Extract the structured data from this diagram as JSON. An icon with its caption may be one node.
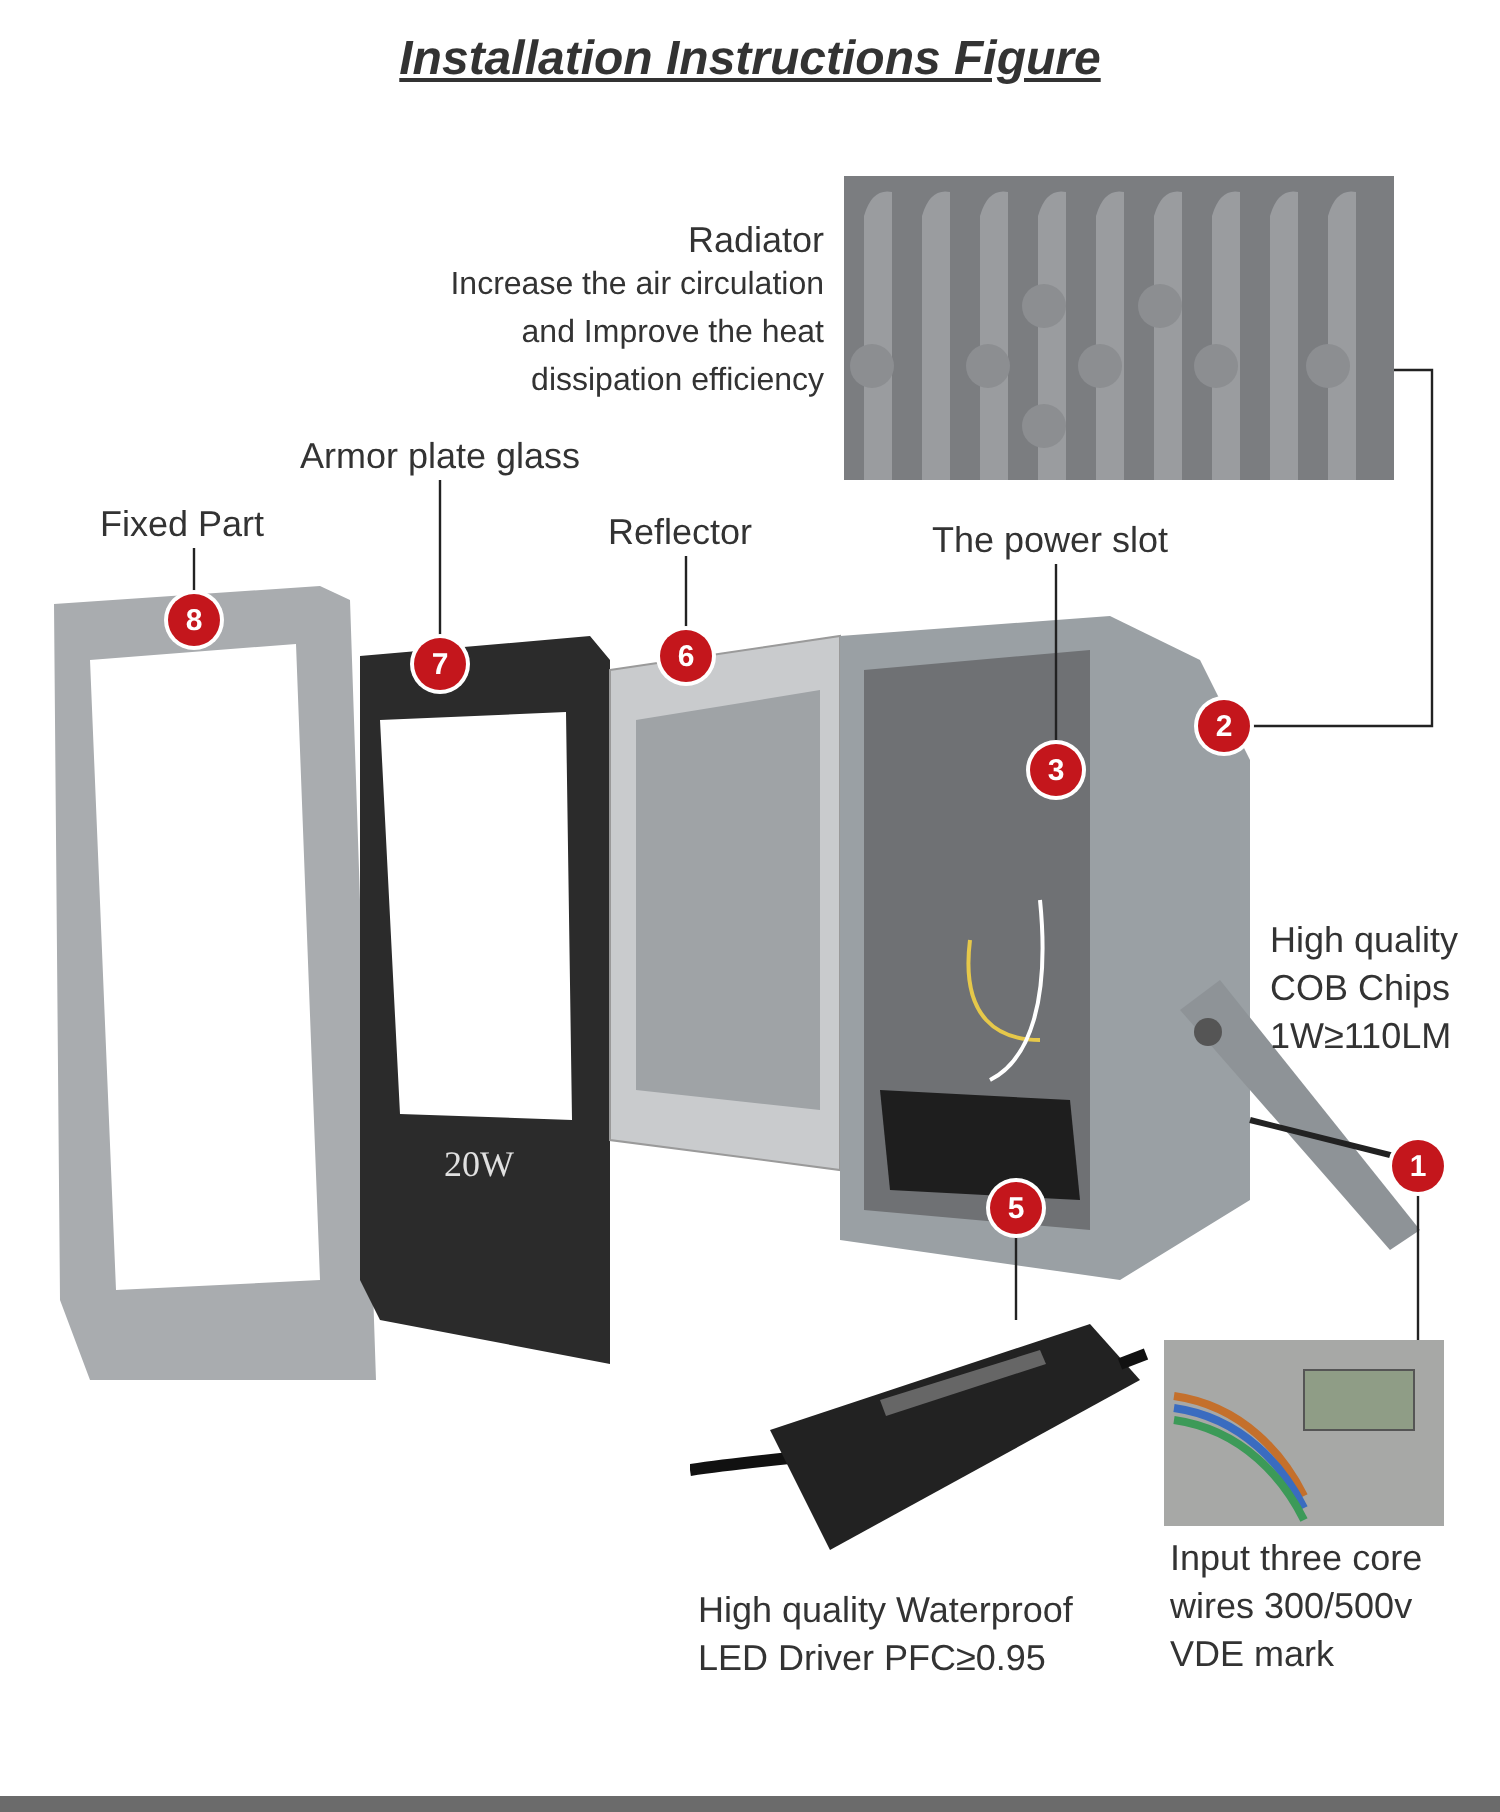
{
  "diagram": {
    "title": "Installation Instructions Figure",
    "nodes": [
      {
        "text": [],
        "shape": "picture",
        "beside": [
          "Radiator",
          "Increase the air circulation and Improve the heat dissipation efficiency"
        ]
      },
      {
        "text": [
          "Armor plate glass"
        ]
      },
      {
        "text": [
          "Fixed Part"
        ]
      },
      {
        "text": [
          "Reflector"
        ]
      },
      {
        "text": [
          "The power slot"
        ]
      },
      {
        "text": [
          "8"
        ]
      },
      {
        "text": [
          "7"
        ]
      },
      {
        "text": [
          "6"
        ]
      },
      {
        "text": [
          "2"
        ]
      },
      {
        "text": [
          "3"
        ]
      },
      {
        "text": [
          "1"
        ]
      },
      {
        "text": [
          "5"
        ]
      },
      {
        "text": [],
        "shape": "picture",
        "beside": [
          "High quality Waterproof LED Driver PFC≥0.95"
        ]
      },
      {
        "text": [],
        "shape": "picture",
        "beside": [
          "Input three core wires 300/500v VDE mark"
        ]
      }
    ],
    "edges": [
      {
        "from": 2,
        "to": 5,
        "arrow": "none"
      },
      {
        "from": 1,
        "to": 6,
        "arrow": "none"
      },
      {
        "from": 3,
        "to": 7,
        "arrow": "none"
      },
      {
        "from": 4,
        "to": 9,
        "arrow": "none"
      },
      {
        "from": 8,
        "to": 0,
        "arrow": "none"
      },
      {
        "from": 11,
        "to": 12,
        "arrow": "none"
      },
      {
        "from": 10,
        "to": 13,
        "arrow": "none"
      }
    ],
    "labels": [
      "High quality COB Chips 1W≥110LM",
      "20W"
    ]
  }
}
